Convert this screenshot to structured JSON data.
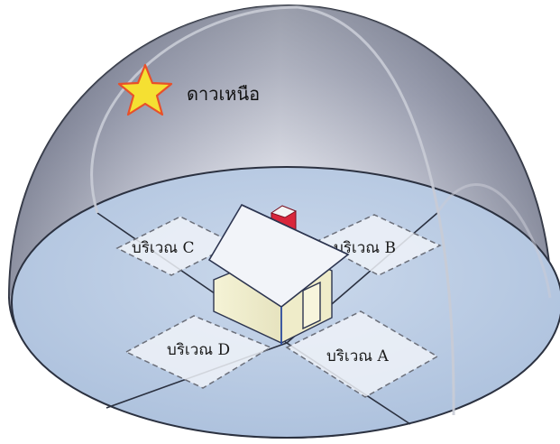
{
  "star": {
    "label": "ดาวเหนือ",
    "color": "#f5e032",
    "outline": "#e8502a"
  },
  "areas": [
    {
      "id": "A",
      "label": "บริเวณ A"
    },
    {
      "id": "B",
      "label": "บริเวณ B"
    },
    {
      "id": "C",
      "label": "บริเวณ C"
    },
    {
      "id": "D",
      "label": "บริเวณ D"
    }
  ],
  "colors": {
    "dome_top": "#7d8294",
    "dome_bottom": "#f2f3f8",
    "ground": "#b9cbe3",
    "ground_edge": "#2b3140",
    "house_wall": "#f1efce",
    "house_roof": "#eef0f6",
    "chimney": "#d9263b"
  }
}
